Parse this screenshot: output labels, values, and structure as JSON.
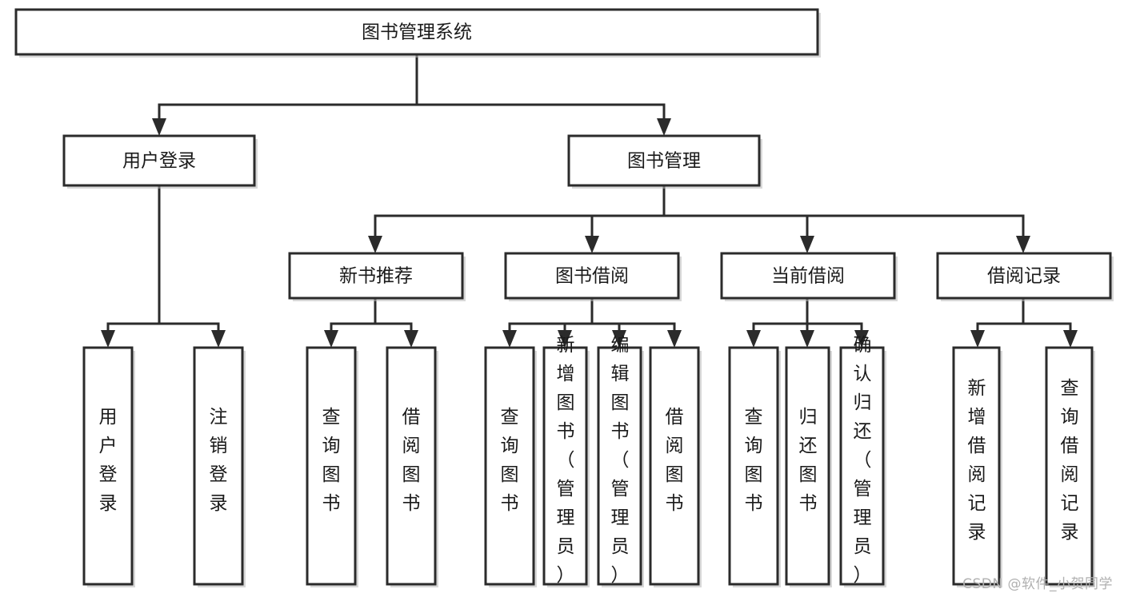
{
  "diagram": {
    "title": "图书管理系统",
    "type": "tree-hierarchy",
    "root": {
      "id": "root",
      "label": "图书管理系统"
    },
    "level1": [
      {
        "id": "user-login",
        "label": "用户登录"
      },
      {
        "id": "book-management",
        "label": "图书管理"
      }
    ],
    "level2": [
      {
        "id": "new-book-recommend",
        "label": "新书推荐",
        "parent": "book-management"
      },
      {
        "id": "book-borrow",
        "label": "图书借阅",
        "parent": "book-management"
      },
      {
        "id": "current-borrow",
        "label": "当前借阅",
        "parent": "book-management"
      },
      {
        "id": "borrow-record",
        "label": "借阅记录",
        "parent": "book-management"
      }
    ],
    "leaves": [
      {
        "id": "leaf-user-login",
        "label": "用户登录",
        "parent": "user-login"
      },
      {
        "id": "leaf-logout-login",
        "label": "注销登录",
        "parent": "user-login"
      },
      {
        "id": "leaf-query-book-1",
        "label": "查询图书",
        "parent": "new-book-recommend"
      },
      {
        "id": "leaf-borrow-book-1",
        "label": "借阅图书",
        "parent": "new-book-recommend"
      },
      {
        "id": "leaf-query-book-2",
        "label": "查询图书",
        "parent": "book-borrow"
      },
      {
        "id": "leaf-add-book",
        "label": "新增图书（管理员）",
        "parent": "book-borrow"
      },
      {
        "id": "leaf-edit-book",
        "label": "编辑图书（管理员）",
        "parent": "book-borrow"
      },
      {
        "id": "leaf-borrow-book-2",
        "label": "借阅图书",
        "parent": "book-borrow"
      },
      {
        "id": "leaf-query-book-3",
        "label": "查询图书",
        "parent": "current-borrow"
      },
      {
        "id": "leaf-return-book",
        "label": "归还图书",
        "parent": "current-borrow"
      },
      {
        "id": "leaf-confirm-return",
        "label": "确认归还（管理员）",
        "parent": "current-borrow"
      },
      {
        "id": "leaf-add-record",
        "label": "新增借阅记录",
        "parent": "borrow-record"
      },
      {
        "id": "leaf-query-record",
        "label": "查询借阅记录",
        "parent": "borrow-record"
      }
    ]
  },
  "watermark": {
    "text": "CSDN @软件_小贺同学"
  },
  "colors": {
    "box_fill": "#ffffff",
    "box_stroke": "#2b2b2b",
    "text": "#1a1a1a",
    "watermark": "#b0b0b0",
    "background": "#ffffff"
  }
}
